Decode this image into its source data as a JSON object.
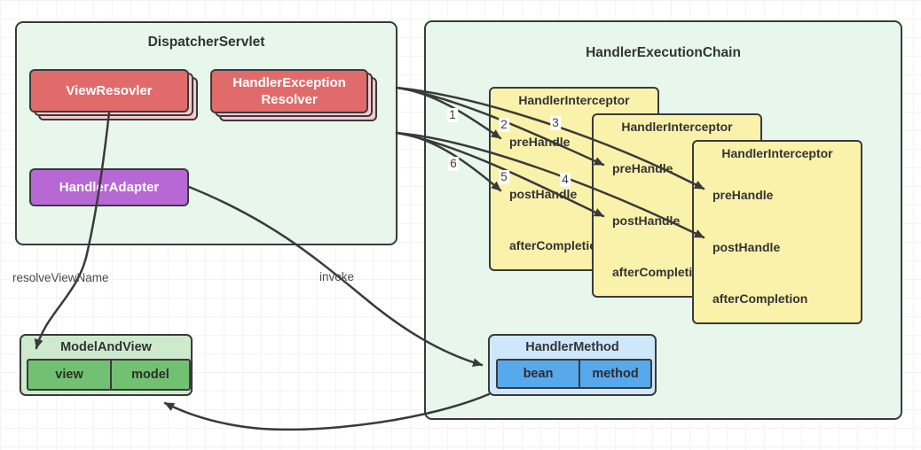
{
  "diagram": {
    "dispatcher": {
      "title": "DispatcherServlet",
      "view_resolver_label": "ViewResovler",
      "handler_exception_resolver_line1": "HandlerException",
      "handler_exception_resolver_line2": "Resolver",
      "handler_adapter_label": "HandlerAdapter"
    },
    "execution_chain": {
      "title": "HandlerExecutionChain",
      "interceptors": [
        {
          "title": "HandlerInterceptor",
          "methods": [
            "preHandle",
            "postHandle",
            "afterCompletion"
          ]
        },
        {
          "title": "HandlerInterceptor",
          "methods": [
            "preHandle",
            "postHandle",
            "afterCompletion"
          ]
        },
        {
          "title": "HandlerInterceptor",
          "methods": [
            "preHandle",
            "postHandle",
            "afterCompletion"
          ]
        }
      ],
      "handler_method": {
        "title": "HandlerMethod",
        "cells": [
          "bean",
          "method"
        ]
      }
    },
    "model_and_view": {
      "title": "ModelAndView",
      "cells": [
        "view",
        "model"
      ]
    },
    "edge_labels": {
      "resolve_view_name": "resolveViewName",
      "invoke": "invoke"
    },
    "sequence_numbers": [
      "1",
      "2",
      "3",
      "4",
      "5",
      "6"
    ],
    "colors": {
      "container_fill": "#e8f7ec",
      "resolver_node_fill": "#e16b6b",
      "resolver_stack_fill": "#f7c9d0",
      "adapter_node_fill": "#b768d4",
      "interceptor_fill": "#faf2ab",
      "handler_method_header_fill": "#cfe7fa",
      "handler_method_cell_fill": "#58a8ec",
      "model_and_view_header_fill": "#cdeacd",
      "model_and_view_cell_fill": "#72c172",
      "border": "#3a3a3a",
      "canvas_grid": "#f3f3f3"
    }
  }
}
